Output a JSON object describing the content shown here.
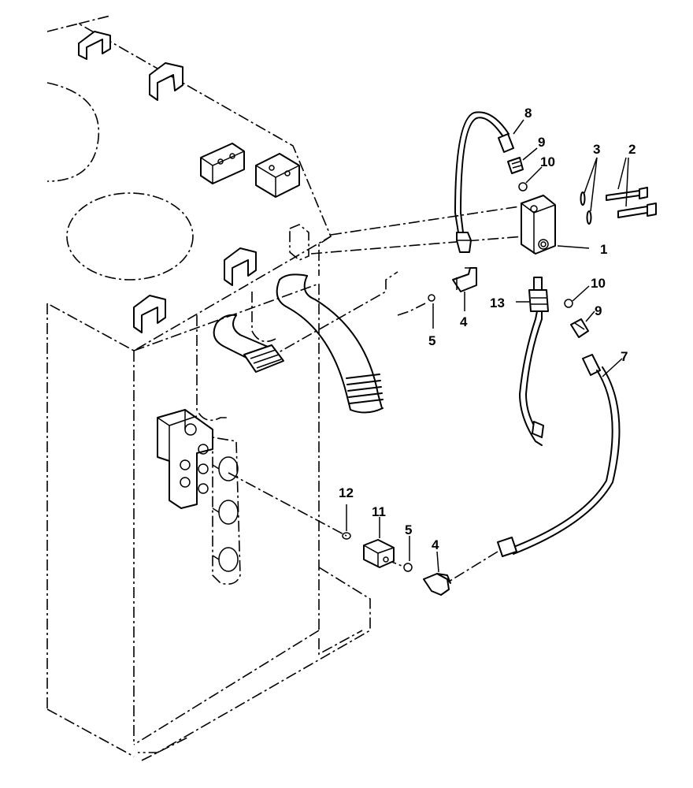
{
  "callouts": {
    "c1": "1",
    "c2": "2",
    "c3": "3",
    "c4a": "4",
    "c4b": "4",
    "c5a": "5",
    "c5b": "5",
    "c7": "7",
    "c8": "8",
    "c9a": "9",
    "c9b": "9",
    "c10a": "10",
    "c10b": "10",
    "c11": "11",
    "c12": "12",
    "c13": "13"
  },
  "colors": {
    "line": "#000000",
    "background": "#ffffff"
  }
}
